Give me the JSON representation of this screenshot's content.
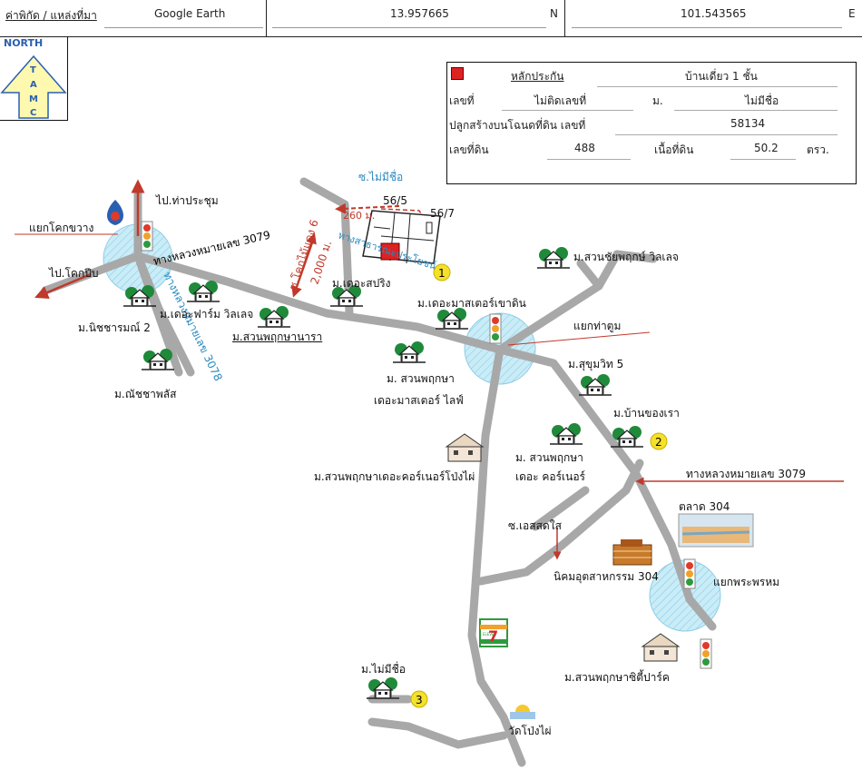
{
  "header": {
    "coord_label": "ค่าพิกัด / แหล่งที่มา",
    "source": "Google Earth",
    "lat": "13.957665",
    "lat_dir": "N",
    "lon": "101.543565",
    "lon_dir": "E"
  },
  "north": {
    "word": "NORTH",
    "letters": [
      "T",
      "A",
      "M",
      "C"
    ]
  },
  "info": {
    "marker_label": "หลักประกัน",
    "property_type": "บ้านเดี่ยว 1 ชั้น",
    "house_no_label": "เลขที่",
    "house_no": "ไม่ติดเลขที่",
    "village_label": "ม.",
    "village": "ไม่มีชื่อ",
    "deed_label": "ปลูกสร้างบนโฉนดที่ดิน เลขที่",
    "deed_no": "58134",
    "land_no_label": "เลขที่ดิน",
    "land_no": "488",
    "area_label": "เนื้อที่ดิน",
    "area": "50.2",
    "area_unit": "ตรว."
  },
  "labels": {
    "to_meeting": "ไป.ท่าประชุม",
    "khok_kwang": "แยกโคกขวาง",
    "to_khok_pip": "ไป.โคกปีบ",
    "hw3079": "ทางหลวงหมายเลข 3079",
    "hw3078": "ทางหลวงหมายเลข 3078",
    "nichcharn": "ม.นิชชารมณ์ 2",
    "the_farm": "ม.เดอะฟาร์ม วิลเลจ",
    "suan_nara": "ม.สวนพฤกษานารา",
    "nutcha": "ม.ณัชชาพลัส",
    "soi_khok": "ซ.โคกไม้แดง 6",
    "dist_2000": "2,000 ม.",
    "soi_nameless": "ซ.ไม่มีชื่อ",
    "dist_260": "260 ม.",
    "lot_565": "56/5",
    "lot_567": "56/7",
    "public_way": "ทางสาธารณะประโยชน์",
    "spring": "ม.เดอะสปริง",
    "master_khao": "ม.เดอะมาสเตอร์เขาดิน",
    "tha_toom_junc": "แยกท่าตูม",
    "chaiyapruek": "ม.สวนชัยพฤกษ์ วิลเลจ",
    "suan_master_1": "ม. สวนพฤกษา",
    "suan_master_2": "เดอะมาสเตอร์ ไลฟ์",
    "sukhumvit5": "ม.สุขุมวิท 5",
    "baan_khong_rao": "ม.บ้านของเรา",
    "corner_pong": "ม.สวนพฤกษาเดอะคอร์เนอร์โป่งไผ่",
    "suan_corner_1": "ม. สวนพฤกษา",
    "suan_corner_2": "เดอะ คอร์เนอร์",
    "hw3079_b": "ทางหลวงหมายเลข 3079",
    "market304": "ตลาด 304",
    "soi_s": "ซ.เอสสดใส",
    "industrial": "นิคมอุตสาหกรรม 304",
    "phra_phrom": "แยกพระพรหม",
    "city_park": "ม.สวนพฤกษาซิตี้ปาร์ค",
    "nameless_vil": "ม.ไม่มีชื่อ",
    "wat": "วัดโป่งไผ่",
    "marker1": "1",
    "marker2": "2",
    "marker3": "3",
    "seven_num": "7",
    "seven_txt": "ELEVEn"
  }
}
